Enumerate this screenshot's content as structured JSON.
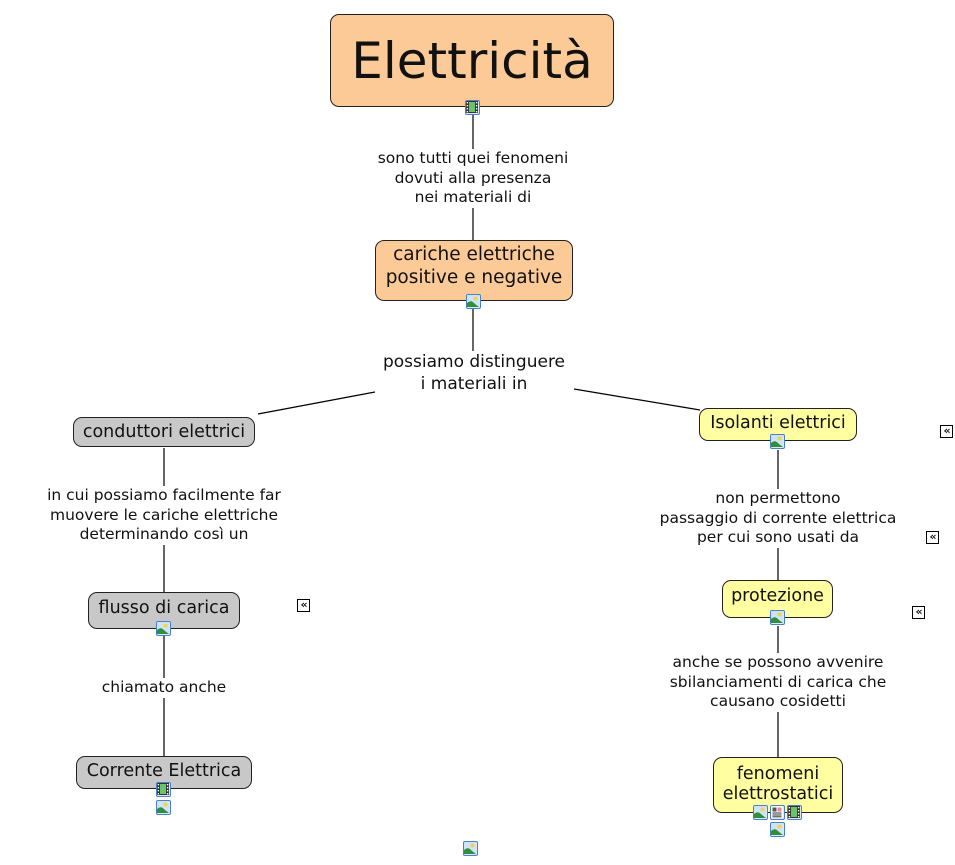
{
  "map_title": "Elettricità",
  "concepts": {
    "elettricita": {
      "label": "Elettricità",
      "color": "#fcca96"
    },
    "cariche": {
      "label": "cariche elettriche\npositive e negative",
      "color": "#fcca96"
    },
    "conduttori": {
      "label": "conduttori elettrici",
      "color": "#c8c8c8"
    },
    "flusso": {
      "label": "flusso di carica",
      "color": "#c8c8c8"
    },
    "corrente": {
      "label": "Corrente Elettrica",
      "color": "#c8c8c8"
    },
    "isolanti": {
      "label": "Isolanti elettrici",
      "color": "#fffea0"
    },
    "protezione": {
      "label": "protezione",
      "color": "#fffea0"
    },
    "fenomeni": {
      "label": "fenomeni\nelettrostatici",
      "color": "#fffea0"
    }
  },
  "links": {
    "l1": "sono tutti quei fenomeni\ndovuti alla presenza\nnei materiali di",
    "l2": "possiamo distinguere\ni materiali in",
    "l3": "in cui possiamo facilmente far\nmuovere le cariche elettriche\ndeterminando così un",
    "l4": "chiamato anche",
    "l5": "non permettono\npassaggio di corrente elettrica\nper cui sono usati da",
    "l6": "anche se possono avvenire\nsbilanciamenti di carica che\ncausano cosidetti"
  },
  "resource_icons": {
    "video": "film-icon",
    "image": "image-icon",
    "document": "document-icon",
    "collapse": "collapse-double-chevron-icon"
  },
  "collapse_glyph": "«"
}
